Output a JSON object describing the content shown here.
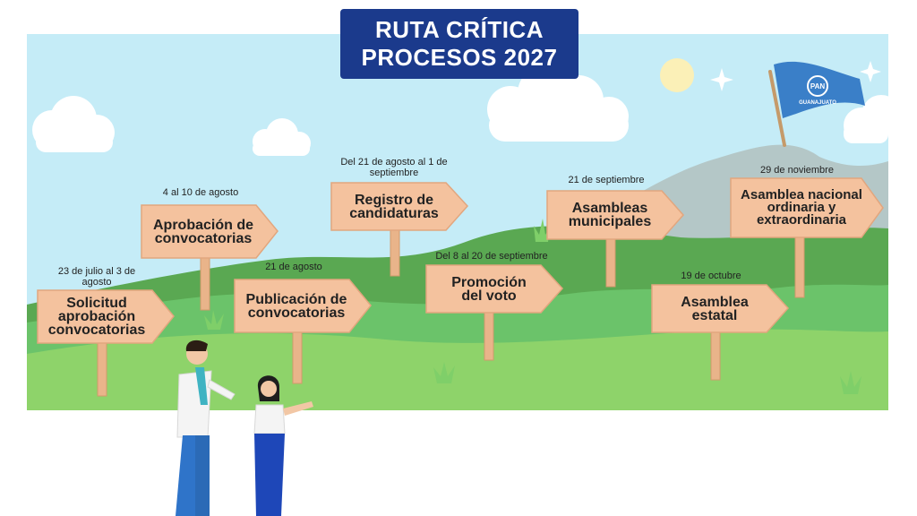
{
  "title": {
    "line1": "RUTA CRÍTICA",
    "line2": "PROCESOS 2027"
  },
  "flag": {
    "line1": "PAN",
    "line2": "GUANAJUATO"
  },
  "colors": {
    "sky": "#c5ecf7",
    "title_bg": "#1b3a8c",
    "sign": "#f4c29e",
    "post": "#e9b48a",
    "flag": "#3a7fc8",
    "grass": "#8ed36a"
  },
  "steps": [
    {
      "date": "23 de julio al 3 de agosto",
      "label": "Solicitud aprobación convocatorias"
    },
    {
      "date": "4 al 10 de agosto",
      "label": "Aprobación de convocatorias"
    },
    {
      "date": "21 de agosto",
      "label": "Publicación de convocatorias"
    },
    {
      "date": "Del 21 de agosto al 1 de septiembre",
      "label": "Registro de candidaturas"
    },
    {
      "date": "Del 8 al 20 de septiembre",
      "label": "Promoción del voto"
    },
    {
      "date": "21 de septiembre",
      "label": "Asambleas municipales"
    },
    {
      "date": "19 de octubre",
      "label": "Asamblea estatal"
    },
    {
      "date": "29 de noviembre",
      "label": "Asamblea nacional ordinaria y extraordinaria"
    }
  ]
}
